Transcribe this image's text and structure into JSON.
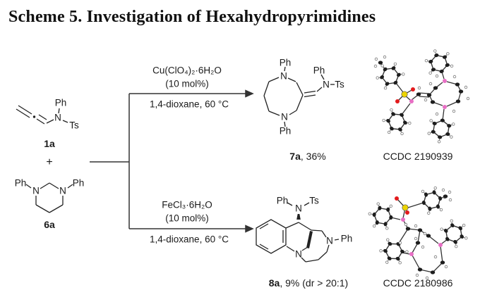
{
  "title": "Scheme 5. Investigation of Hexahydropyrimidines",
  "colors": {
    "sulfur": "#ecd400",
    "oxygen": "#e31b1d",
    "nitrogen": "#e86fc5",
    "carbon": "#1d1d1d",
    "line": "#222222"
  },
  "reactants": {
    "c1a": {
      "ph": "Ph",
      "n": "N",
      "ts": "Ts",
      "label": "1a"
    },
    "plus": "+",
    "c6a": {
      "ph_left": "Ph",
      "n_left": "N",
      "n_right": "N",
      "ph_right": "Ph",
      "label": "6a"
    }
  },
  "reactions": {
    "top": {
      "catalyst": "Cu(ClO₄)₂·6H₂O",
      "loading": "(10 mol%)",
      "solvent": "1,4-dioxane, 60 °C"
    },
    "bottom": {
      "catalyst": "FeCl₃·6H₂O",
      "loading": "(10 mol%)",
      "solvent": "1,4-dioxane, 60 °C"
    }
  },
  "products": {
    "c7a": {
      "ph_top": "Ph",
      "n_top": "N",
      "n_bottom": "N",
      "ph_bottom": "Ph",
      "ph_exo": "Ph",
      "n_exo": "N",
      "ts": "Ts",
      "label": "7a",
      "yield_text": ", 36%",
      "ccdc": "CCDC 2190939"
    },
    "c8a": {
      "ph": "Ph",
      "n_top": "N",
      "ts": "Ts",
      "n_ring": "N",
      "n_right": "N",
      "ph_right": "Ph",
      "label": "8a",
      "yield_text": ", 9% (dr > 20:1)",
      "ccdc": "CCDC 2180986"
    }
  }
}
